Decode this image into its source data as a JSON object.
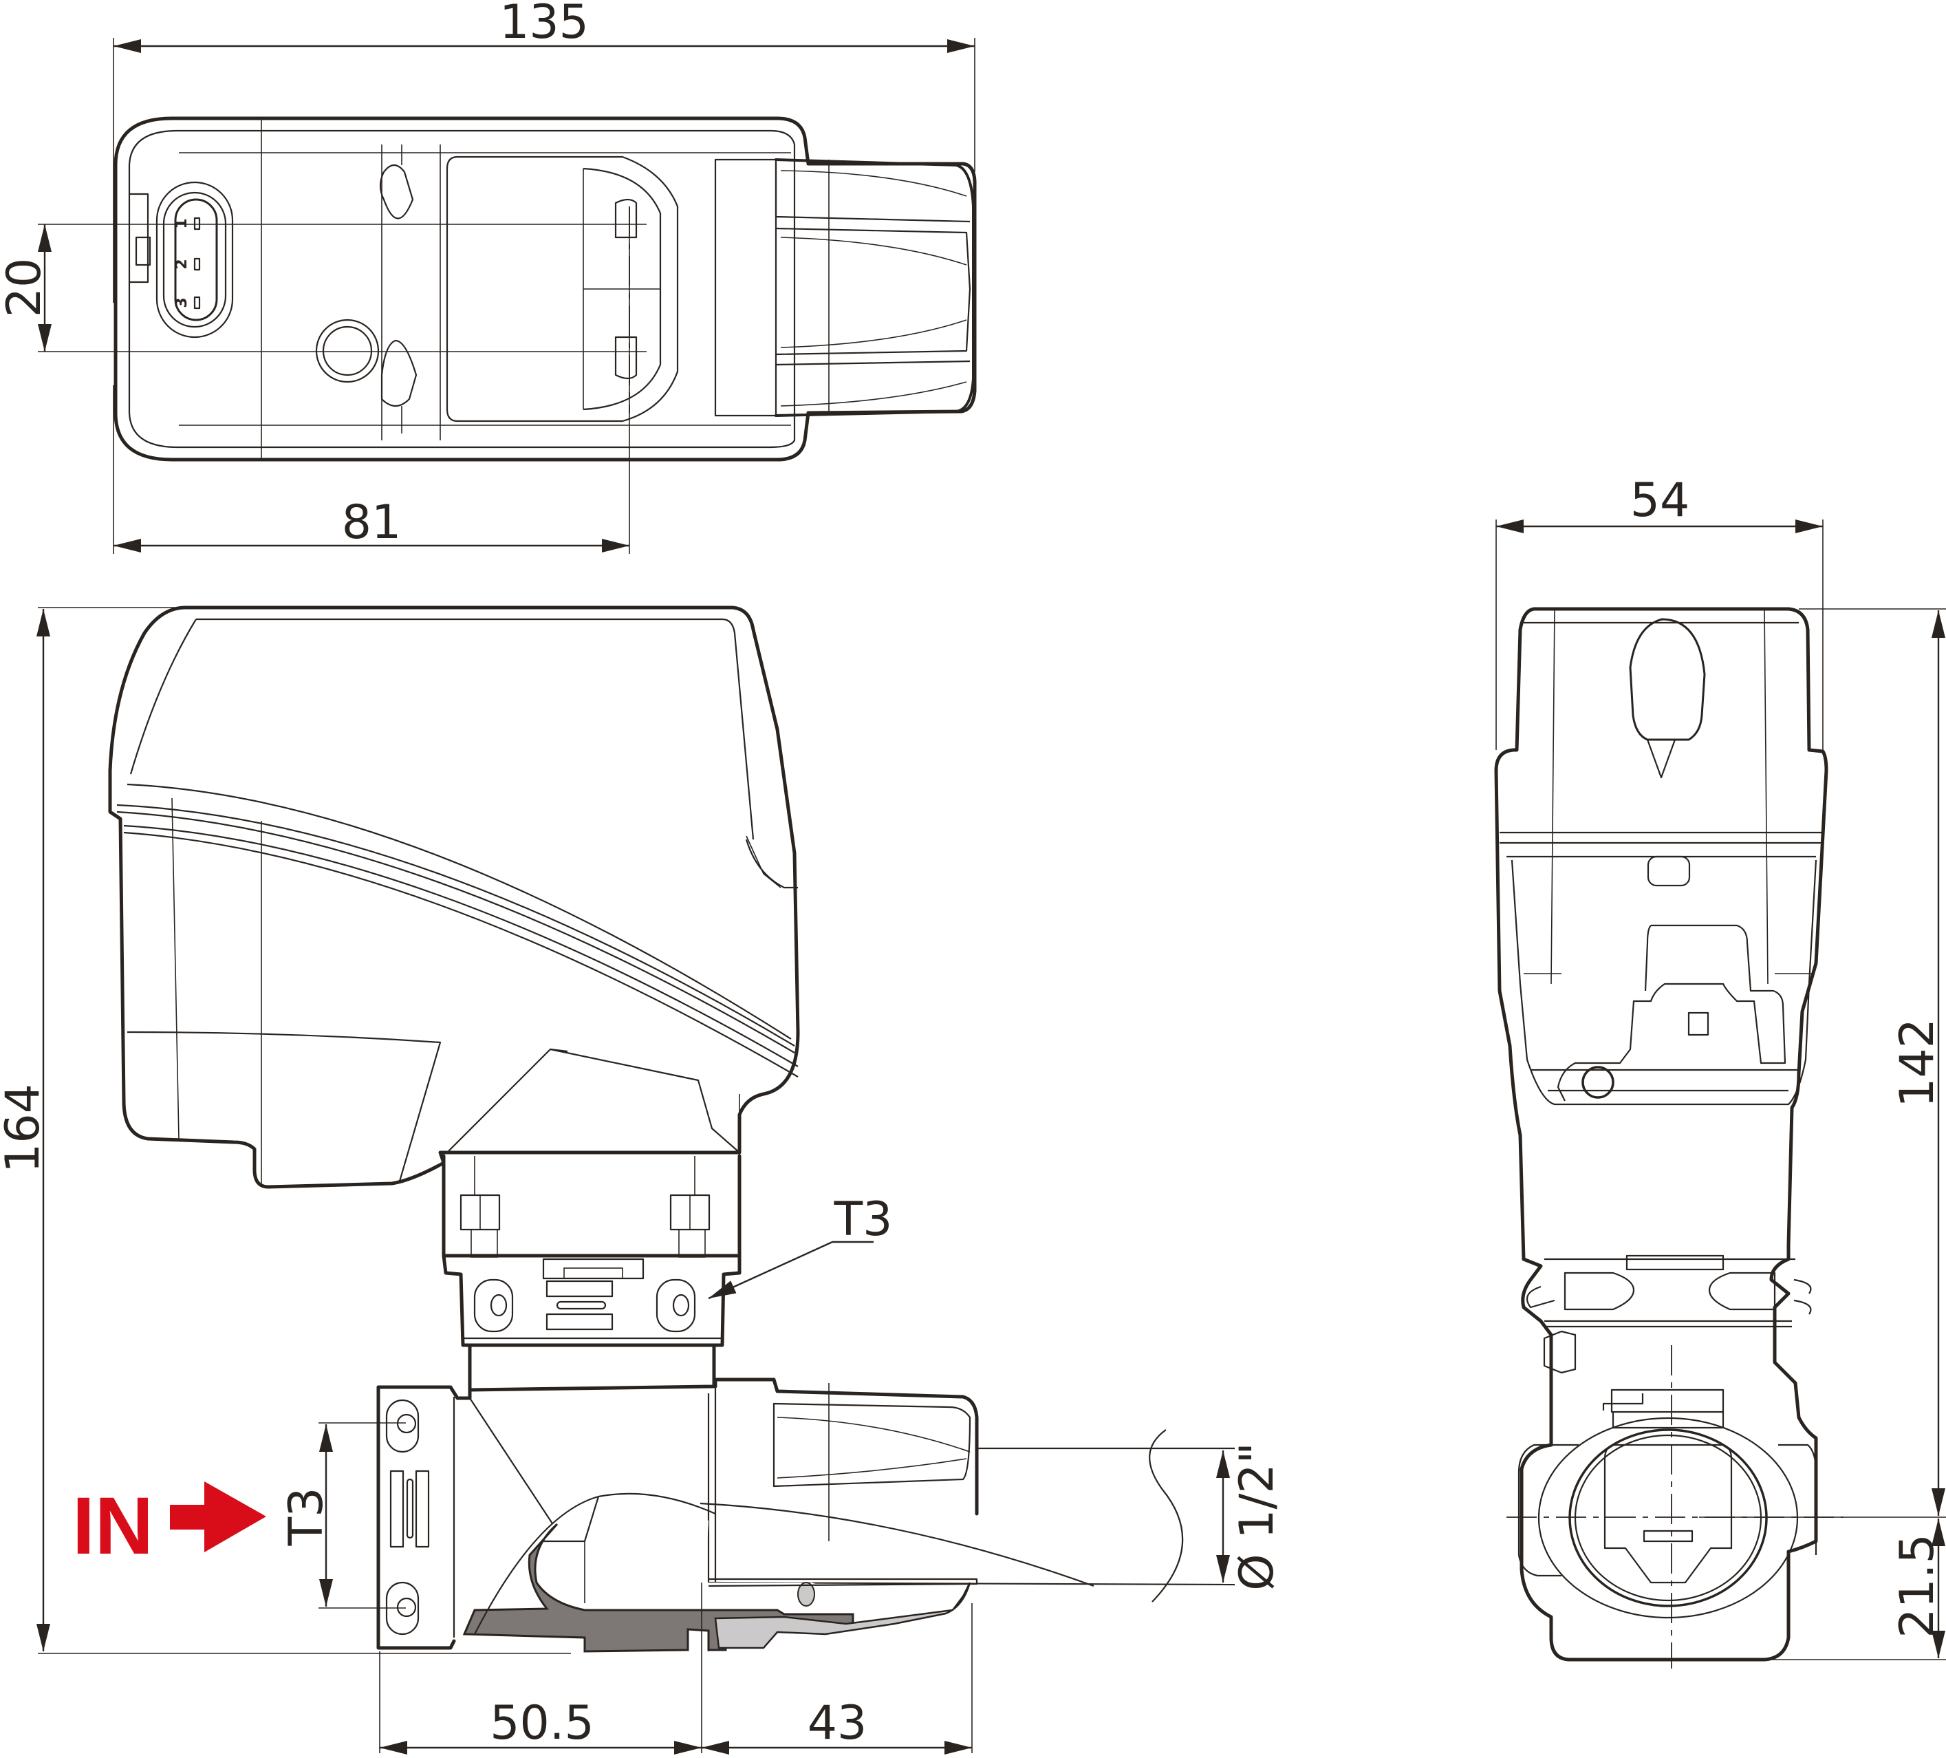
{
  "drawing": {
    "type": "technical-dimension-drawing",
    "subject": "motorized zone valve actuator",
    "views": {
      "top_view": {
        "dimensions": {
          "overall_width": "135",
          "pin_spacing": "20",
          "axis_offset": "81"
        },
        "connector_pins": [
          "1",
          "2",
          "3"
        ]
      },
      "front_view": {
        "dimensions": {
          "overall_height": "164",
          "inlet_length": "50.5",
          "outlet_length": "43",
          "union_thread_upper": "T3",
          "union_thread_inlet": "T3",
          "pipe_diameter": "Ø 1/2\""
        },
        "flow_label": {
          "text": "IN",
          "color": "#d90d1a"
        }
      },
      "side_view": {
        "dimensions": {
          "overall_depth": "54",
          "height_above_axis": "142",
          "height_below_axis": "21.5"
        }
      }
    },
    "colors": {
      "line": "#2a2420",
      "section_dark": "#7d7876",
      "section_light": "#cbc9c9",
      "accent_red": "#d90d1a",
      "background": "#ffffff"
    }
  }
}
